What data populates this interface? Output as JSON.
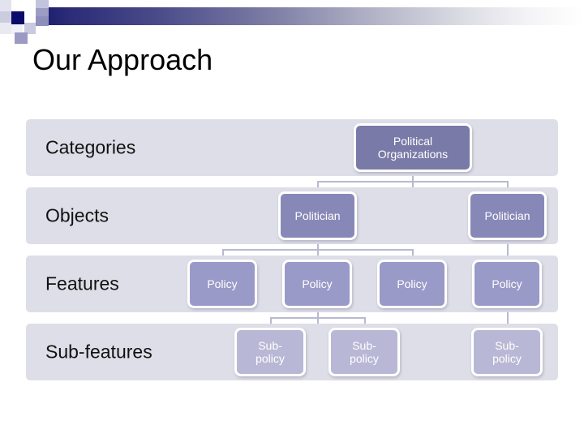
{
  "slide": {
    "title": "Our Approach",
    "background": "#ffffff"
  },
  "decoration": {
    "name": "mosaic-gradient-header",
    "gradient_start": "#1a1a6e",
    "gradient_end": "#ffffff"
  },
  "colors": {
    "band_background": "#dedee8",
    "category_node": "#7a7aa8",
    "object_node": "#8888b8",
    "feature_node": "#9a9ac8",
    "subfeature_node": "#b8b8d6",
    "connector": "#b9b9d0",
    "node_border": "#ffffff",
    "node_text": "#ffffff",
    "band_label_text": "#111111"
  },
  "chart_data": {
    "type": "diagram",
    "title": "Our Approach",
    "levels": [
      {
        "label": "Categories",
        "nodes": [
          {
            "text": "Political Organizations",
            "lines": [
              "Political",
              "Organizations"
            ]
          }
        ]
      },
      {
        "label": "Objects",
        "nodes": [
          {
            "text": "Politician",
            "lines": [
              "Politician"
            ]
          },
          {
            "text": "Politician",
            "lines": [
              "Politician"
            ]
          }
        ]
      },
      {
        "label": "Features",
        "nodes": [
          {
            "text": "Policy",
            "lines": [
              "Policy"
            ]
          },
          {
            "text": "Policy",
            "lines": [
              "Policy"
            ]
          },
          {
            "text": "Policy",
            "lines": [
              "Policy"
            ]
          },
          {
            "text": "Policy",
            "lines": [
              "Policy"
            ]
          }
        ]
      },
      {
        "label": "Sub-features",
        "nodes": [
          {
            "text": "Sub-policy",
            "lines": [
              "Sub-",
              "policy"
            ]
          },
          {
            "text": "Sub-policy",
            "lines": [
              "Sub-",
              "policy"
            ]
          },
          {
            "text": "Sub-policy",
            "lines": [
              "Sub-",
              "policy"
            ]
          }
        ]
      }
    ],
    "edges": [
      {
        "from": "Political Organizations",
        "to": "Politician-1"
      },
      {
        "from": "Political Organizations",
        "to": "Politician-2"
      },
      {
        "from": "Politician-1",
        "to": "Policy-1"
      },
      {
        "from": "Politician-1",
        "to": "Policy-2"
      },
      {
        "from": "Politician-1",
        "to": "Policy-3"
      },
      {
        "from": "Politician-2",
        "to": "Policy-4"
      },
      {
        "from": "Policy-2",
        "to": "Sub-policy-1"
      },
      {
        "from": "Policy-2",
        "to": "Sub-policy-2"
      },
      {
        "from": "Policy-4",
        "to": "Sub-policy-3"
      }
    ]
  },
  "bands": {
    "0": {
      "label": "Categories"
    },
    "1": {
      "label": "Objects"
    },
    "2": {
      "label": "Features"
    },
    "3": {
      "label": "Sub-features"
    }
  },
  "nodes": {
    "political_organizations": {
      "line1": "Political",
      "line2": "Organizations"
    },
    "politician_1": {
      "line1": "Politician"
    },
    "politician_2": {
      "line1": "Politician"
    },
    "policy_1": {
      "line1": "Policy"
    },
    "policy_2": {
      "line1": "Policy"
    },
    "policy_3": {
      "line1": "Policy"
    },
    "policy_4": {
      "line1": "Policy"
    },
    "subpolicy_1": {
      "line1": "Sub-",
      "line2": "policy"
    },
    "subpolicy_2": {
      "line1": "Sub-",
      "line2": "policy"
    },
    "subpolicy_3": {
      "line1": "Sub-",
      "line2": "policy"
    }
  }
}
